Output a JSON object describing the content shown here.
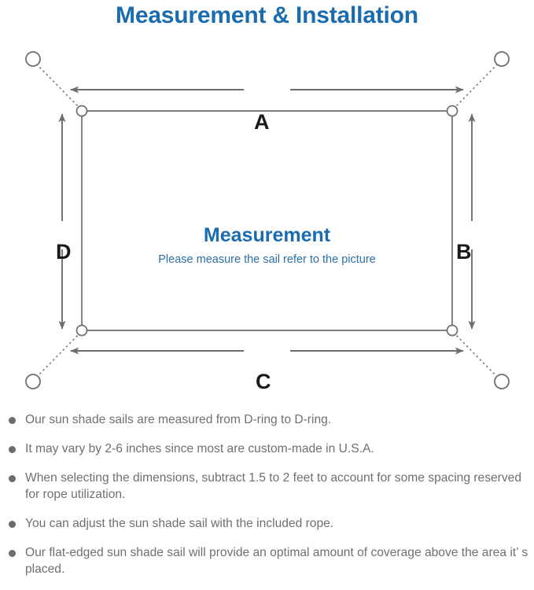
{
  "page": {
    "title": "Measurement & Installation",
    "title_color": "#1b6cae",
    "background_color": "#ffffff"
  },
  "diagram": {
    "name": "sun-shade-sail-measurement-diagram",
    "center_heading": "Measurement",
    "center_subtext": "Please measure the sail refer to the picture",
    "heading_color": "#1b6cae",
    "subtext_color": "#2a6fa8",
    "line_color": "#6e6e6e",
    "sail_fill": "#ffffff",
    "dimension_labels": {
      "top": "A",
      "right": "B",
      "bottom": "C",
      "left": "D"
    },
    "label_color": "#1a1a1a",
    "anchor_points": [
      "anchor-top-left",
      "anchor-top-right",
      "anchor-bottom-right",
      "anchor-bottom-left"
    ],
    "d_rings": [
      "d-ring-top-left",
      "d-ring-top-right",
      "d-ring-bottom-right",
      "d-ring-bottom-left"
    ]
  },
  "notes": {
    "bullet_color": "#6b6b6b",
    "text_color": "#6f6f6f",
    "items": [
      "Our sun shade sails are measured from D-ring to D-ring.",
      "It may vary by 2-6 inches since most are custom-made in U.S.A.",
      "When selecting the dimensions, subtract 1.5 to 2 feet to account for some spacing reserved for rope utilization.",
      "You can adjust the sun shade sail with the included rope.",
      "Our flat-edged sun shade sail will provide an optimal amount of coverage above the area it’ s placed."
    ]
  }
}
